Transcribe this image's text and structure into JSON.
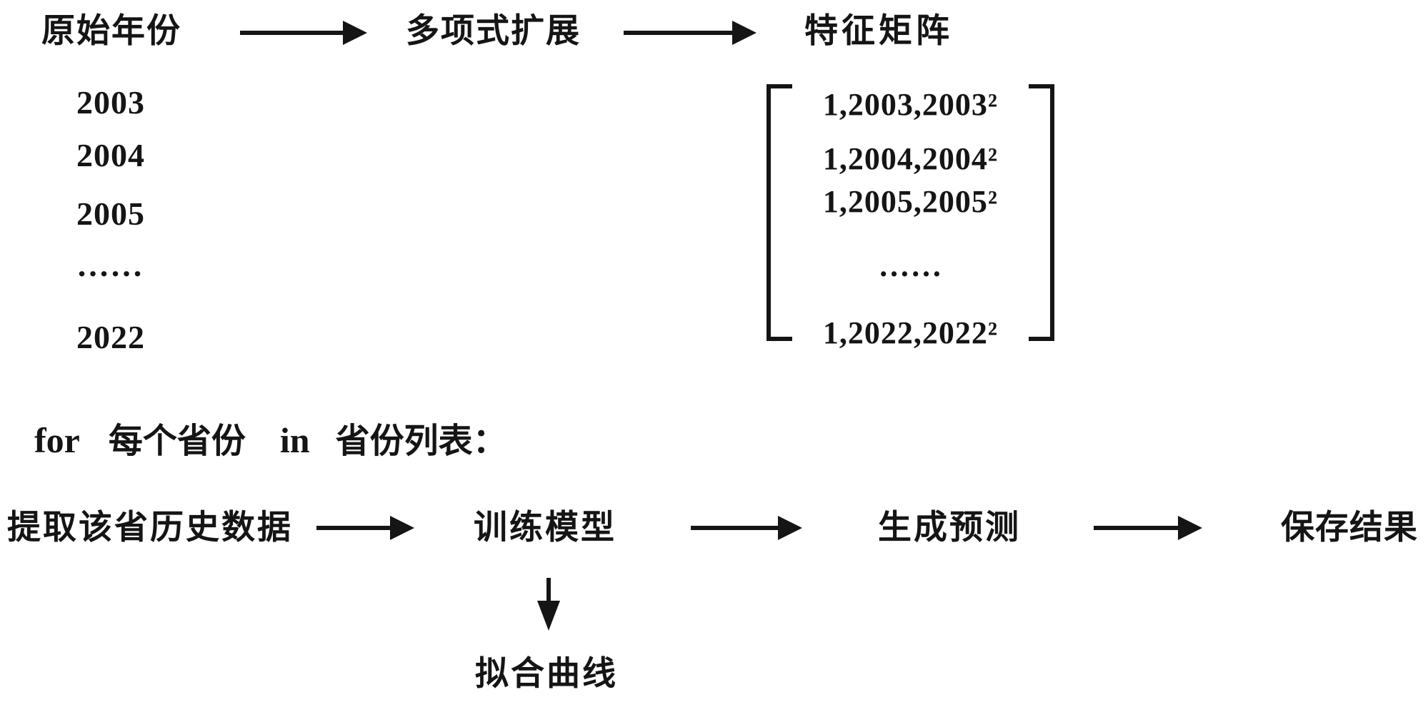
{
  "top_flow": {
    "source": "原始年份",
    "transform": "多项式扩展",
    "result": "特征矩阵"
  },
  "years": [
    "2003",
    "2004",
    "2005",
    "……",
    "2022"
  ],
  "matrix": {
    "rows": [
      "1,2003,2003²",
      "1,2004,2004²",
      "1,2005,2005²",
      "……",
      "1,2022,2022²"
    ]
  },
  "loop": {
    "for_keyword": "for",
    "iterator": "每个省份",
    "in_keyword": "in",
    "list": "省份列表："
  },
  "bottom_flow": {
    "step1": "提取该省历史数据",
    "step2": "训练模型",
    "step3": "生成预测",
    "step4": "保存结果",
    "branch": "拟合曲线"
  },
  "colors": {
    "ink": "#151515",
    "background": "#ffffff"
  }
}
